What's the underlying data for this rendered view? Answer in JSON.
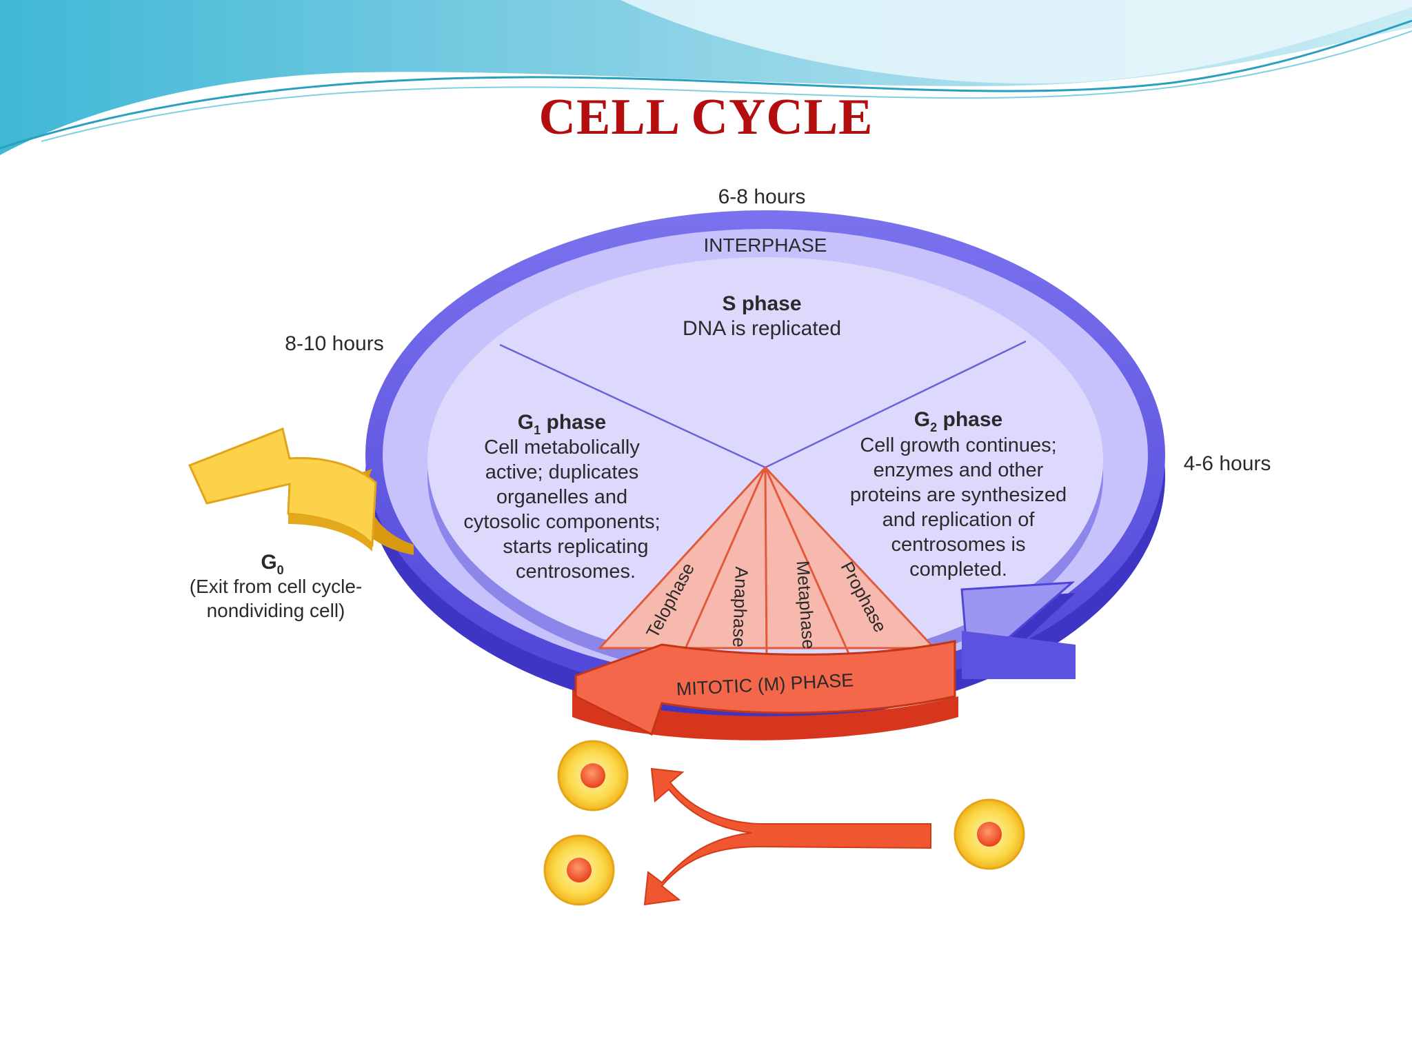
{
  "slide": {
    "title": "CELL CYCLE",
    "colors": {
      "title": "#b30d0d",
      "wave": "#5cc5dc",
      "interphase_ring": "#6b63e6",
      "mitotic_arrow": "#f25a38",
      "g0_arrow": "#f7c531",
      "cell": "#f7c531",
      "nucleus": "#f2532d"
    }
  },
  "diagram": {
    "durations": {
      "s_phase": "6-8 hours",
      "g1_phase": "8-10 hours",
      "g2_phase": "4-6 hours"
    },
    "interphase_label": "INTERPHASE",
    "s_phase": {
      "title": "S phase",
      "desc": "DNA is replicated"
    },
    "g1_phase": {
      "title_main": "G",
      "title_sub": "1",
      "title_rest": " phase",
      "lines": [
        "Cell metabolically",
        "active; duplicates",
        "organelles and",
        "cytosolic components;",
        "starts replicating",
        "centrosomes."
      ]
    },
    "g2_phase": {
      "title_main": "G",
      "title_sub": "2",
      "title_rest": " phase",
      "lines": [
        "Cell growth continues;",
        "enzymes and other",
        "proteins are synthesized",
        "and replication of",
        "centrosomes is",
        "completed."
      ]
    },
    "mitosis_stages": [
      "Telophase",
      "Anaphase",
      "Metaphase",
      "Prophase"
    ],
    "mitotic_label": "MITOTIC (M) PHASE",
    "g0": {
      "title_main": "G",
      "title_sub": "0",
      "lines": [
        "(Exit from cell cycle-",
        "nondividing cell)"
      ]
    }
  }
}
